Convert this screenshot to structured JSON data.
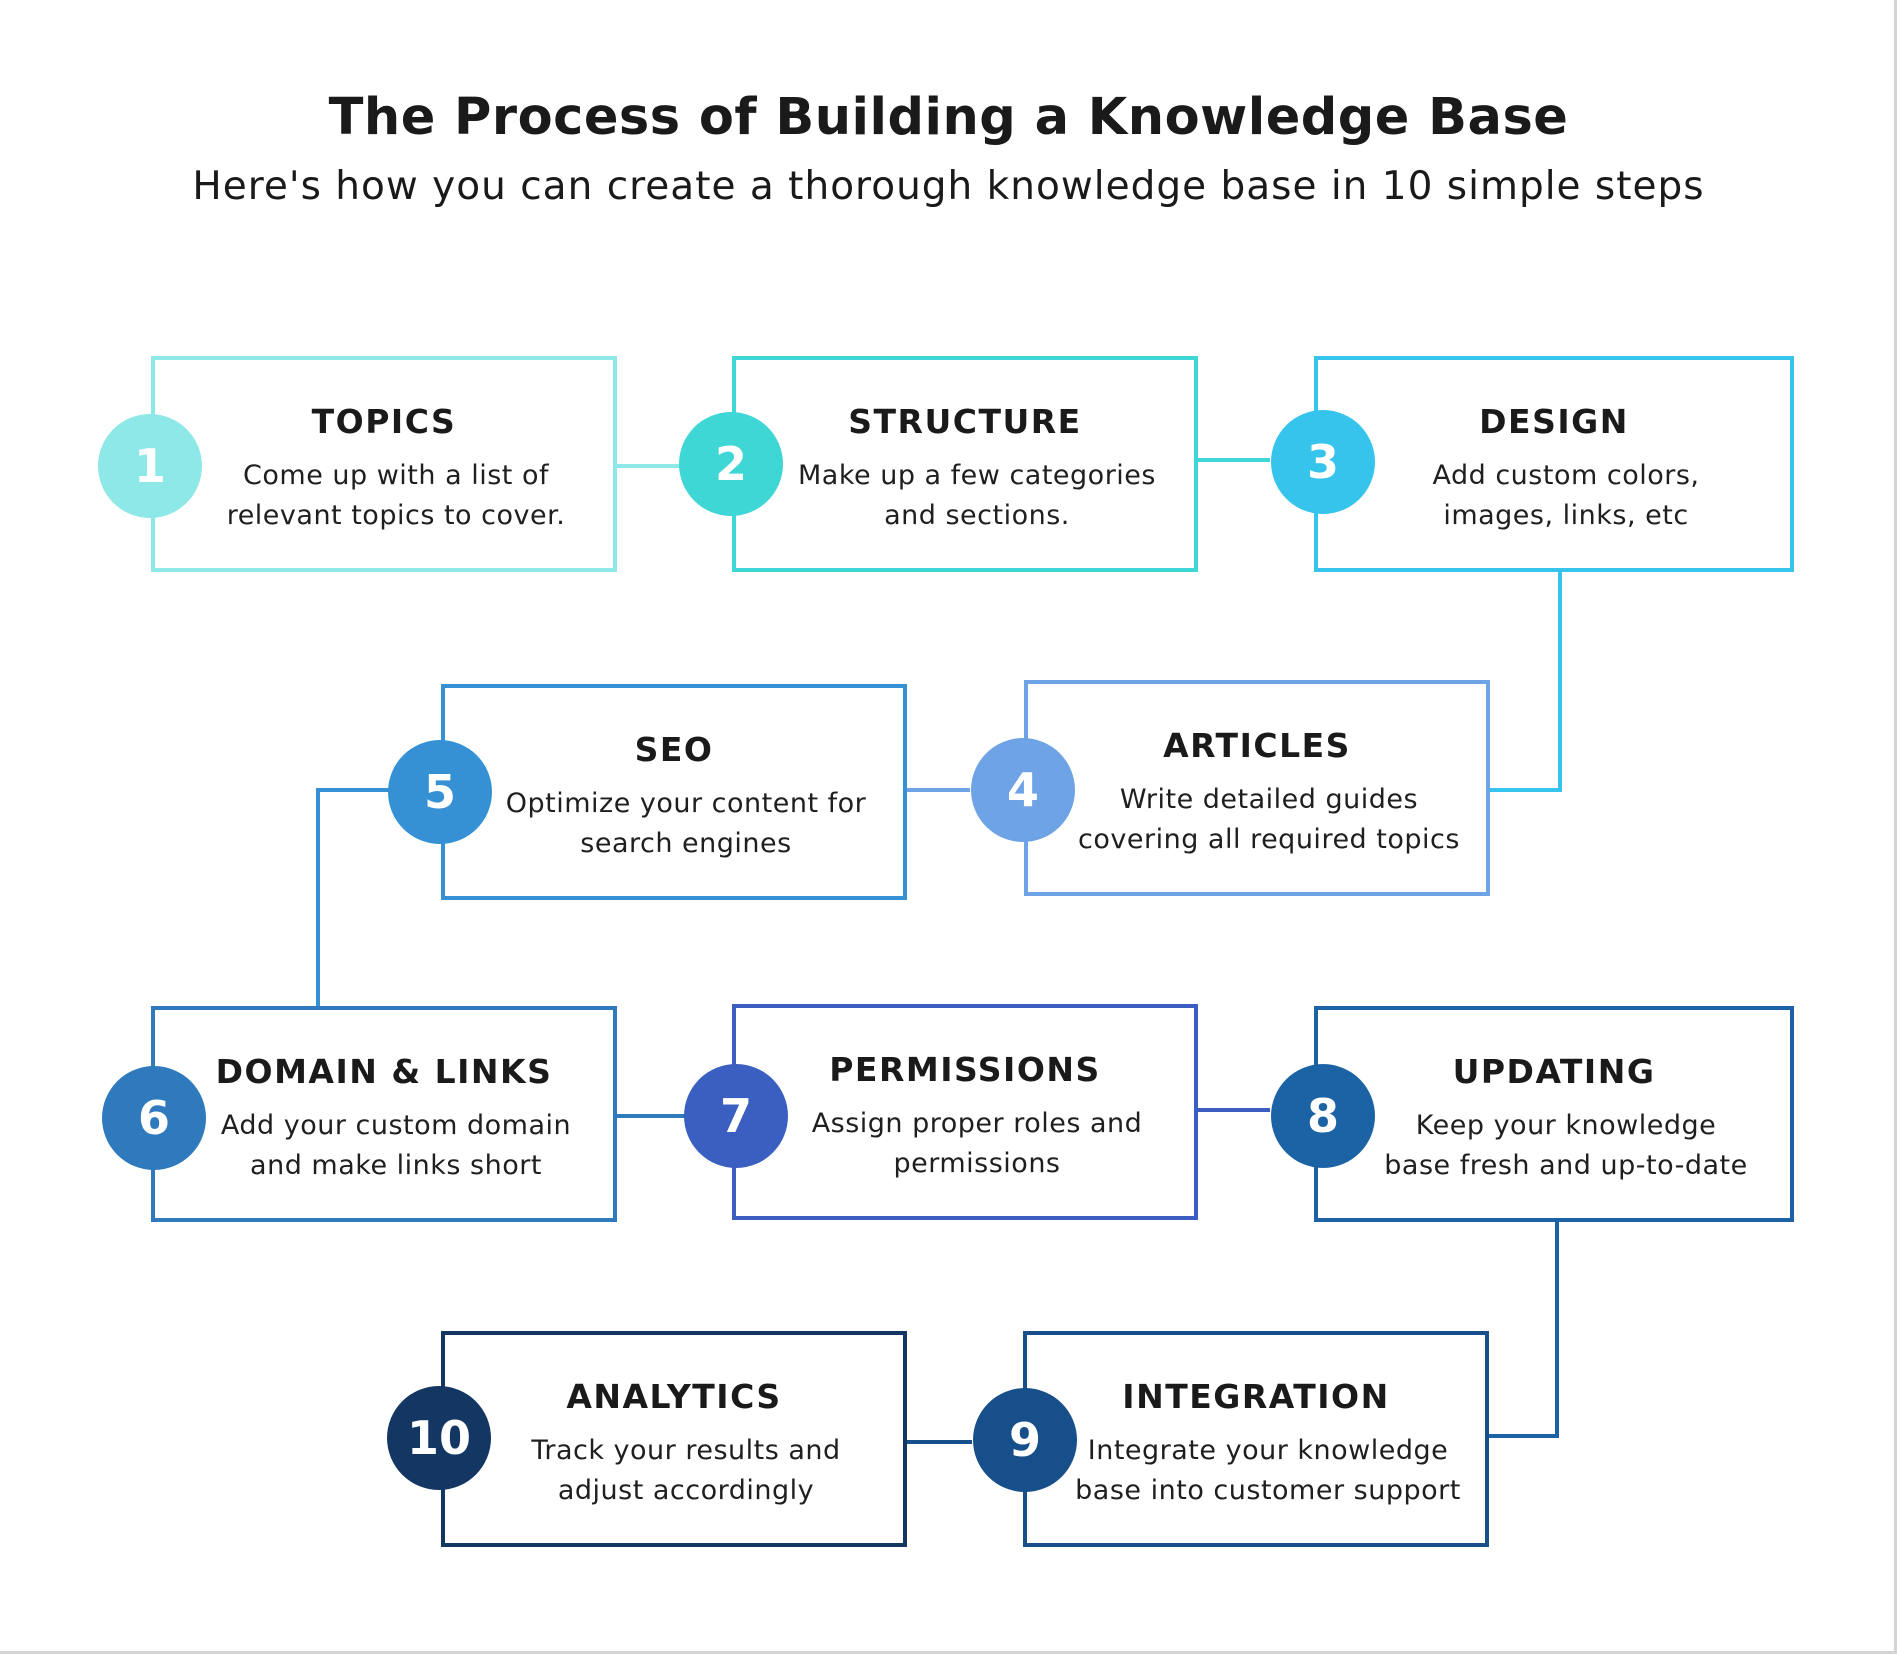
{
  "header": {
    "title": "The Process of Building a Knowledge Base",
    "subtitle": "Here's how you can create a thorough knowledge base in 10 simple steps"
  },
  "steps": [
    {
      "number": "1",
      "heading": "TOPICS",
      "line1": "Come up with a list of",
      "line2": "relevant topics to cover.",
      "color": "#8ee8e8"
    },
    {
      "number": "2",
      "heading": "STRUCTURE",
      "line1": "Make up a few categories",
      "line2": "and sections.",
      "color": "#3fd6d6"
    },
    {
      "number": "3",
      "heading": "DESIGN",
      "line1": "Add custom colors,",
      "line2": "images, links, etc",
      "color": "#36c3ec"
    },
    {
      "number": "4",
      "heading": "ARTICLES",
      "line1": "Write detailed guides",
      "line2": "covering all required topics",
      "color": "#6ea3e6"
    },
    {
      "number": "5",
      "heading": "SEO",
      "line1": "Optimize your content for",
      "line2": "search engines",
      "color": "#3690d4"
    },
    {
      "number": "6",
      "heading": "DOMAIN & LINKS",
      "line1": "Add your custom domain",
      "line2": "and make links short",
      "color": "#2f79bd"
    },
    {
      "number": "7",
      "heading": "PERMISSIONS",
      "line1": "Assign proper roles and",
      "line2": "permissions",
      "color": "#3a5fc0"
    },
    {
      "number": "8",
      "heading": "UPDATING",
      "line1": "Keep your knowledge",
      "line2": "base fresh and up-to-date",
      "color": "#1c63a6"
    },
    {
      "number": "9",
      "heading": "INTEGRATION",
      "line1": "Integrate your knowledge",
      "line2": "base into customer support",
      "color": "#174f8a"
    },
    {
      "number": "10",
      "heading": "ANALYTICS",
      "line1": "Track your results and",
      "line2": "adjust accordingly",
      "color": "#133663"
    }
  ]
}
